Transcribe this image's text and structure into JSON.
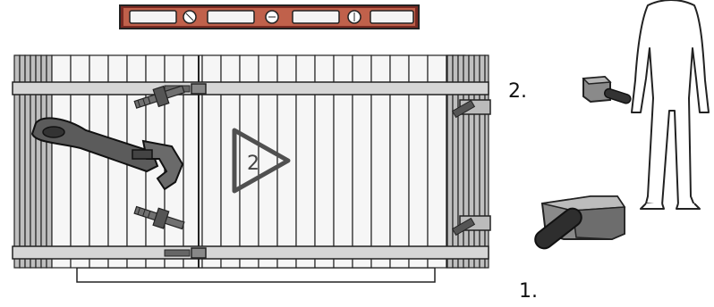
{
  "diagram": {
    "callouts": {
      "step_2": "2.",
      "step_1": "1."
    },
    "arrow_number": "2",
    "colors": {
      "level_body": "#c0614b",
      "level_frame": "#7a2a22",
      "gate_stroke": "#222222",
      "gate_fill": "#f6f6f6",
      "band": "#d6d6d6",
      "tool_dark": "#5b5b5b",
      "arrow_stroke": "#505050"
    },
    "icons": [
      "spirit-level-icon",
      "wrench-icon",
      "direction-arrow-icon",
      "hinge-bracket-icon",
      "post-hinge-icon",
      "person-icon",
      "hinge-pin-small-icon",
      "hinge-pin-large-icon"
    ]
  }
}
